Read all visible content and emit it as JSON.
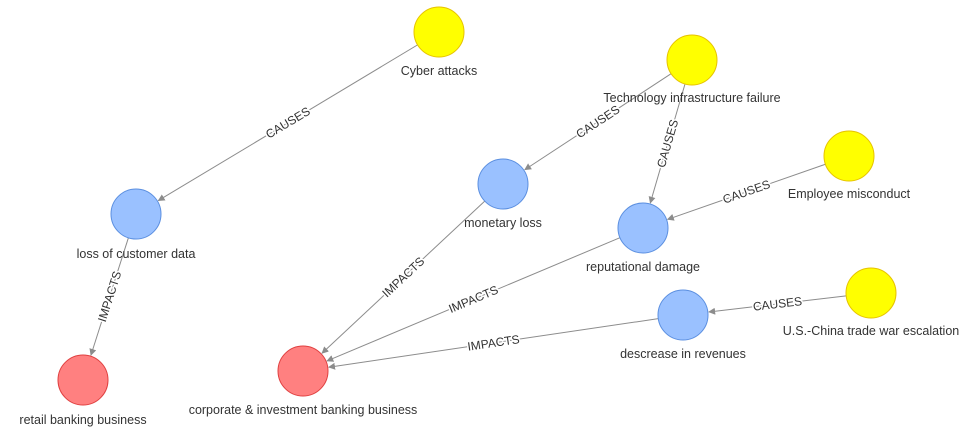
{
  "colors": {
    "cause": "#ffff00",
    "cause_stroke": "#e6c200",
    "effect": "#9ac1ff",
    "effect_stroke": "#5b8fe0",
    "target": "#ff8080",
    "target_stroke": "#e04040",
    "edge": "#8c8c8c"
  },
  "nodes": [
    {
      "id": "cyber",
      "label": "Cyber attacks",
      "kind": "cause"
    },
    {
      "id": "tech",
      "label": "Technology infrastructure failure",
      "kind": "cause"
    },
    {
      "id": "employee",
      "label": "Employee misconduct",
      "kind": "cause"
    },
    {
      "id": "trade",
      "label": "U.S.-China trade war escalation",
      "kind": "cause"
    },
    {
      "id": "lossdata",
      "label": "loss of customer data",
      "kind": "effect"
    },
    {
      "id": "monetary",
      "label": "monetary loss",
      "kind": "effect"
    },
    {
      "id": "reputation",
      "label": "reputational damage",
      "kind": "effect"
    },
    {
      "id": "revenue",
      "label": "descrease in revenues",
      "kind": "effect"
    },
    {
      "id": "retail",
      "label": "retail banking business",
      "kind": "target"
    },
    {
      "id": "corporate",
      "label": "corporate & investment banking business",
      "kind": "target"
    }
  ],
  "edges": [
    {
      "from": "cyber",
      "to": "lossdata",
      "label": "CAUSES"
    },
    {
      "from": "tech",
      "to": "monetary",
      "label": "CAUSES"
    },
    {
      "from": "tech",
      "to": "reputation",
      "label": "CAUSES"
    },
    {
      "from": "employee",
      "to": "reputation",
      "label": "CAUSES"
    },
    {
      "from": "trade",
      "to": "revenue",
      "label": "CAUSES"
    },
    {
      "from": "lossdata",
      "to": "retail",
      "label": "IMPACTS"
    },
    {
      "from": "monetary",
      "to": "corporate",
      "label": "IMPACTS"
    },
    {
      "from": "reputation",
      "to": "corporate",
      "label": "IMPACTS"
    },
    {
      "from": "revenue",
      "to": "corporate",
      "label": "IMPACTS"
    }
  ]
}
